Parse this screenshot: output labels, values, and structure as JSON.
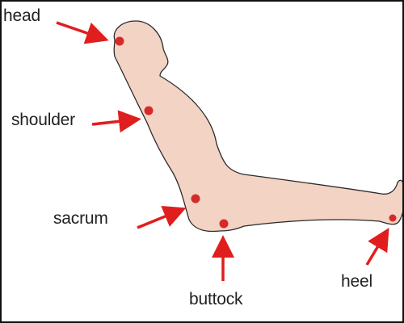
{
  "diagram": {
    "labels": {
      "head": "head",
      "shoulder": "shoulder",
      "sacrum": "sacrum",
      "buttock": "buttock",
      "heel": "heel"
    },
    "colors": {
      "body_fill": "#f3d3c4",
      "outline": "#2b2b2b",
      "marker": "#d62a2a",
      "arrow": "#e01e1e",
      "text": "#222222"
    }
  }
}
